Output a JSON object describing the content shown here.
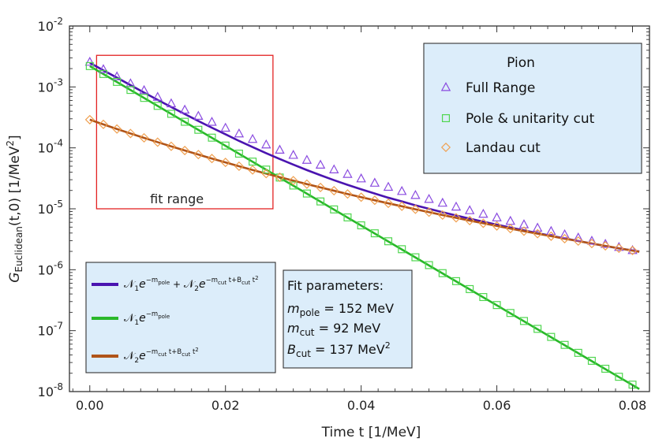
{
  "chart_data": {
    "type": "scatter",
    "title": "",
    "xlabel": "Time t [1/MeV]",
    "ylabel": "G_Euclidean(t,0) [1/MeV^2]",
    "ylabel_parts": {
      "main": "G",
      "sub": "Euclidean",
      "rest": "(t,0) [1/MeV",
      "sup": "2",
      "end": "]"
    },
    "xlim": [
      -0.003,
      0.0825
    ],
    "ylim": [
      1e-08,
      0.01
    ],
    "yscale": "log",
    "grid": false,
    "x_ticks": [
      0.0,
      0.02,
      0.04,
      0.06,
      0.08
    ],
    "x_tick_labels": [
      "0.00",
      "0.02",
      "0.04",
      "0.06",
      "0.08"
    ],
    "y_ticks": [
      1e-08,
      1e-07,
      1e-06,
      1e-05,
      0.0001,
      0.001,
      0.01
    ],
    "y_tick_labels": [
      {
        "base": "10",
        "exp": "-8"
      },
      {
        "base": "10",
        "exp": "-7"
      },
      {
        "base": "10",
        "exp": "-6"
      },
      {
        "base": "10",
        "exp": "-5"
      },
      {
        "base": "10",
        "exp": "-4"
      },
      {
        "base": "10",
        "exp": "-3"
      },
      {
        "base": "10",
        "exp": "-2"
      }
    ],
    "fit_range_box": {
      "label": "fit range",
      "x": [
        0.001,
        0.027
      ],
      "y": [
        1e-05,
        0.0033
      ],
      "color": "#e32222"
    },
    "series": [
      {
        "name": "Full Range",
        "marker": "triangle",
        "color": "#8a4be0",
        "x": [
          0.0,
          0.002,
          0.004,
          0.006,
          0.008,
          0.01,
          0.012,
          0.014,
          0.016,
          0.018,
          0.02,
          0.022,
          0.024,
          0.026,
          0.028,
          0.03,
          0.032,
          0.034,
          0.036,
          0.038,
          0.04,
          0.042,
          0.044,
          0.046,
          0.048,
          0.05,
          0.052,
          0.054,
          0.056,
          0.058,
          0.06,
          0.062,
          0.064,
          0.066,
          0.068,
          0.07,
          0.072,
          0.074,
          0.076,
          0.078,
          0.08
        ],
        "y": [
          0.00255,
          0.00193,
          0.00147,
          0.00113,
          0.000873,
          0.000679,
          0.000531,
          0.000418,
          0.000331,
          0.000264,
          0.000211,
          0.00017,
          0.000138,
          0.000112,
          9.19e-05,
          7.57e-05,
          6.27e-05,
          5.22e-05,
          4.37e-05,
          3.68e-05,
          3.11e-05,
          2.64e-05,
          2.26e-05,
          1.93e-05,
          1.66e-05,
          1.43e-05,
          1.24e-05,
          1.07e-05,
          9.34e-06,
          8.15e-06,
          7.12e-06,
          6.25e-06,
          5.49e-06,
          4.83e-06,
          4.26e-06,
          3.76e-06,
          3.33e-06,
          2.95e-06,
          2.62e-06,
          2.33e-06,
          2.07e-06
        ]
      },
      {
        "name": "Pole & unitarity cut",
        "marker": "square",
        "color": "#4fd64f",
        "x": [
          0.0,
          0.002,
          0.004,
          0.006,
          0.008,
          0.01,
          0.012,
          0.014,
          0.016,
          0.018,
          0.02,
          0.022,
          0.024,
          0.026,
          0.028,
          0.03,
          0.032,
          0.034,
          0.036,
          0.038,
          0.04,
          0.042,
          0.044,
          0.046,
          0.048,
          0.05,
          0.052,
          0.054,
          0.056,
          0.058,
          0.06,
          0.062,
          0.064,
          0.066,
          0.068,
          0.07,
          0.072,
          0.074,
          0.076,
          0.078,
          0.08
        ],
        "y": [
          0.0022,
          0.00163,
          0.00121,
          0.000893,
          0.000661,
          0.000489,
          0.000362,
          0.000268,
          0.000198,
          0.000147,
          0.000109,
          8.04e-05,
          5.95e-05,
          4.4e-05,
          3.26e-05,
          2.41e-05,
          1.78e-05,
          1.32e-05,
          9.76e-06,
          7.22e-06,
          5.35e-06,
          3.96e-06,
          2.93e-06,
          2.17e-06,
          1.6e-06,
          1.19e-06,
          8.78e-07,
          6.49e-07,
          4.81e-07,
          3.56e-07,
          2.63e-07,
          1.95e-07,
          1.44e-07,
          1.07e-07,
          7.89e-08,
          5.84e-08,
          4.32e-08,
          3.2e-08,
          2.37e-08,
          1.75e-08,
          1.3e-08
        ]
      },
      {
        "name": "Landau cut",
        "marker": "diamond",
        "color": "#f0a050",
        "x": [
          0.0,
          0.002,
          0.004,
          0.006,
          0.008,
          0.01,
          0.012,
          0.014,
          0.016,
          0.018,
          0.02,
          0.022,
          0.024,
          0.026,
          0.028,
          0.03,
          0.032,
          0.034,
          0.036,
          0.038,
          0.04,
          0.042,
          0.044,
          0.046,
          0.048,
          0.05,
          0.052,
          0.054,
          0.056,
          0.058,
          0.06,
          0.062,
          0.064,
          0.066,
          0.068,
          0.07,
          0.072,
          0.074,
          0.076,
          0.078,
          0.08
        ],
        "y": [
          0.00029,
          0.000243,
          0.000204,
          0.000172,
          0.000146,
          0.000124,
          0.000106,
          9.05e-05,
          7.76e-05,
          6.68e-05,
          5.77e-05,
          5e-05,
          4.34e-05,
          3.78e-05,
          3.3e-05,
          2.9e-05,
          2.54e-05,
          2.24e-05,
          1.98e-05,
          1.75e-05,
          1.55e-05,
          1.38e-05,
          1.23e-05,
          1.1e-05,
          9.82e-06,
          8.8e-06,
          7.9e-06,
          7.11e-06,
          6.41e-06,
          5.78e-06,
          5.23e-06,
          4.73e-06,
          4.29e-06,
          3.9e-06,
          3.55e-06,
          3.23e-06,
          2.95e-06,
          2.69e-06,
          2.46e-06,
          2.25e-06,
          2.07e-06
        ]
      }
    ],
    "fit_lines": [
      {
        "name": "N1 e^-mpole + N2 e^-mcut t+Bcut t^2",
        "color": "#4a14b0",
        "x": [
          0.0,
          0.002,
          0.004,
          0.006,
          0.008,
          0.01,
          0.012,
          0.014,
          0.016,
          0.018,
          0.02,
          0.022,
          0.024,
          0.026,
          0.028,
          0.03,
          0.032,
          0.034,
          0.036,
          0.038,
          0.04,
          0.042,
          0.044,
          0.046,
          0.048,
          0.05,
          0.052,
          0.054,
          0.056,
          0.058,
          0.06,
          0.062,
          0.064,
          0.066,
          0.068,
          0.07,
          0.072,
          0.074,
          0.076,
          0.078,
          0.081
        ],
        "y": [
          0.00249,
          0.00187,
          0.00142,
          0.00107,
          0.000807,
          0.000613,
          0.000468,
          0.000359,
          0.000276,
          0.000214,
          0.000167,
          0.00013,
          0.000103,
          8.18e-05,
          6.56e-05,
          5.31e-05,
          4.32e-05,
          3.56e-05,
          2.95e-05,
          2.47e-05,
          2.09e-05,
          1.78e-05,
          1.52e-05,
          1.32e-05,
          1.14e-05,
          9.99e-06,
          8.78e-06,
          7.76e-06,
          6.89e-06,
          6.14e-06,
          5.49e-06,
          4.93e-06,
          4.43e-06,
          3.99e-06,
          3.61e-06,
          3.27e-06,
          2.96e-06,
          2.69e-06,
          2.45e-06,
          2.24e-06,
          1.99e-06
        ]
      },
      {
        "name": "N1 e^-mpole",
        "color": "#2ab82a",
        "x": [
          0.0,
          0.081
        ],
        "y": [
          0.0022,
          1.1e-08
        ]
      },
      {
        "name": "N2 e^-mcut t+Bcut t^2",
        "color": "#b05418",
        "x": [
          0.0,
          0.002,
          0.004,
          0.006,
          0.008,
          0.01,
          0.012,
          0.014,
          0.016,
          0.018,
          0.02,
          0.022,
          0.024,
          0.026,
          0.028,
          0.03,
          0.032,
          0.034,
          0.036,
          0.038,
          0.04,
          0.042,
          0.044,
          0.046,
          0.048,
          0.05,
          0.052,
          0.054,
          0.056,
          0.058,
          0.06,
          0.062,
          0.064,
          0.066,
          0.068,
          0.07,
          0.072,
          0.074,
          0.076,
          0.078,
          0.081
        ],
        "y": [
          0.00029,
          0.000243,
          0.000204,
          0.000172,
          0.000146,
          0.000124,
          0.000106,
          9.05e-05,
          7.76e-05,
          6.68e-05,
          5.77e-05,
          5e-05,
          4.34e-05,
          3.78e-05,
          3.3e-05,
          2.9e-05,
          2.54e-05,
          2.24e-05,
          1.98e-05,
          1.75e-05,
          1.55e-05,
          1.38e-05,
          1.23e-05,
          1.1e-05,
          9.82e-06,
          8.8e-06,
          7.9e-06,
          7.11e-06,
          6.41e-06,
          5.78e-06,
          5.23e-06,
          4.73e-06,
          4.29e-06,
          3.9e-06,
          3.55e-06,
          3.23e-06,
          2.95e-06,
          2.69e-06,
          2.46e-06,
          2.25e-06,
          1.97e-06
        ]
      }
    ],
    "legend": {
      "title": "Pion",
      "placement": "top-right",
      "entries": [
        "Full Range",
        "Pole & unitarity cut",
        "Landau cut"
      ]
    },
    "fit_legend": {
      "placement": "bottom-left",
      "entries": [
        {
          "color": "#4a14b0",
          "parts": [
            {
              "t": "𝒩",
              "s": ""
            },
            {
              "t": "1",
              "s": "sub"
            },
            {
              "t": "e",
              "s": "it"
            },
            {
              "t": "−m",
              "s": "sup"
            },
            {
              "t": "pole",
              "s": "supsub"
            },
            {
              "t": " + ",
              "s": ""
            },
            {
              "t": "𝒩",
              "s": ""
            },
            {
              "t": "2",
              "s": "sub"
            },
            {
              "t": "e",
              "s": "it"
            },
            {
              "t": "−m",
              "s": "sup"
            },
            {
              "t": "cut",
              "s": "supsub"
            },
            {
              "t": " t+B",
              "s": "sup"
            },
            {
              "t": "cut",
              "s": "supsub"
            },
            {
              "t": " t",
              "s": "sup"
            },
            {
              "t": "2",
              "s": "supsup"
            }
          ]
        },
        {
          "color": "#2ab82a",
          "parts": [
            {
              "t": "𝒩",
              "s": ""
            },
            {
              "t": "1",
              "s": "sub"
            },
            {
              "t": "e",
              "s": "it"
            },
            {
              "t": "−m",
              "s": "sup"
            },
            {
              "t": "pole",
              "s": "supsub"
            }
          ]
        },
        {
          "color": "#b05418",
          "parts": [
            {
              "t": "𝒩",
              "s": ""
            },
            {
              "t": "2",
              "s": "sub"
            },
            {
              "t": "e",
              "s": "it"
            },
            {
              "t": "−m",
              "s": "sup"
            },
            {
              "t": "cut",
              "s": "supsub"
            },
            {
              "t": " t+B",
              "s": "sup"
            },
            {
              "t": "cut",
              "s": "supsub"
            },
            {
              "t": " t",
              "s": "sup"
            },
            {
              "t": "2",
              "s": "supsup"
            }
          ]
        }
      ]
    },
    "fit_parameters": {
      "heading": "Fit parameters:",
      "rows": [
        {
          "sym": "m",
          "sub": "pole",
          "value": " = 152 MeV",
          "sup": ""
        },
        {
          "sym": "m",
          "sub": "cut",
          "value": "  = 92 MeV",
          "sup": ""
        },
        {
          "sym": "B",
          "sub": "cut",
          "value": "  = 137 MeV",
          "sup": "2"
        }
      ]
    },
    "colors": {
      "legend_bg": "#dcedfa",
      "frame": "#333333"
    }
  }
}
